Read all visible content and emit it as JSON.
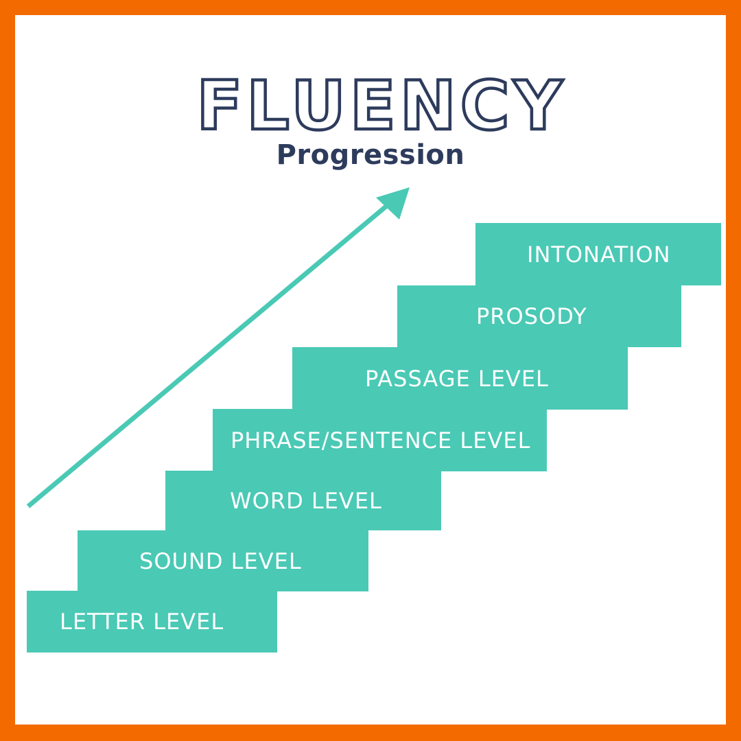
{
  "colors": {
    "frame": "#f26a00",
    "background": "#ffffff",
    "title": "#2d3b5c",
    "step": "#4ac9b5",
    "step_text": "#ffffff",
    "arrow": "#4ac9b5"
  },
  "title": "FLUENCY",
  "subtitle": "Progression",
  "arrow_icon": "arrow-up-right-icon",
  "steps": [
    {
      "label": "LETTER LEVEL"
    },
    {
      "label": "SOUND LEVEL"
    },
    {
      "label": "WORD LEVEL"
    },
    {
      "label": "PHRASE/SENTENCE LEVEL"
    },
    {
      "label": "PASSAGE LEVEL"
    },
    {
      "label": "PROSODY"
    },
    {
      "label": "INTONATION"
    }
  ]
}
